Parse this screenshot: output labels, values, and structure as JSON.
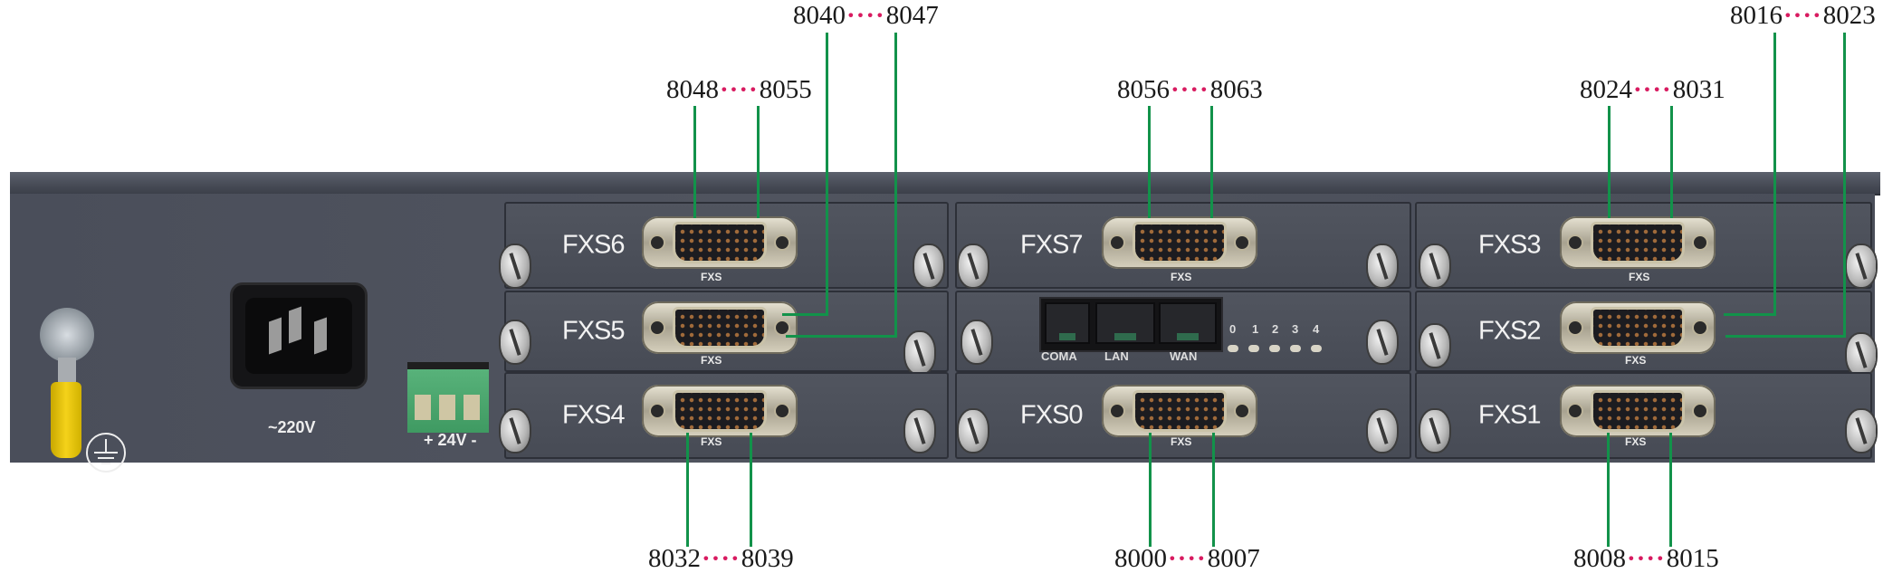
{
  "annotations": {
    "fxs6": {
      "start": "8048",
      "sep": "····",
      "end": "8055"
    },
    "fxs5": {
      "start": "8040",
      "sep": "····",
      "end": "8047"
    },
    "fxs4": {
      "start": "8032",
      "sep": "····",
      "end": "8039"
    },
    "fxs7": {
      "start": "8056",
      "sep": "····",
      "end": "8063"
    },
    "fxs0": {
      "start": "8000",
      "sep": "····",
      "end": "8007"
    },
    "fxs3": {
      "start": "8024",
      "sep": "····",
      "end": "8031"
    },
    "fxs2": {
      "start": "8016",
      "sep": "····",
      "end": "8023"
    },
    "fxs1": {
      "start": "8008",
      "sep": "····",
      "end": "8015"
    }
  },
  "modules": {
    "fxs6": "FXS6",
    "fxs7": "FXS7",
    "fxs3": "FXS3",
    "fxs5": "FXS5",
    "fxs2": "FXS2",
    "fxs4": "FXS4",
    "fxs0": "FXS0",
    "fxs1": "FXS1",
    "connector_label": "FXS"
  },
  "network_module": {
    "ports": [
      "COMA",
      "LAN",
      "WAN"
    ],
    "leds": [
      "0",
      "1",
      "2",
      "3",
      "4"
    ]
  },
  "power": {
    "ac_label": "~220V",
    "dc_label": "+ 24V -"
  },
  "colors": {
    "line": "#12924a",
    "dots": "#d81b60",
    "chassis": "#4c505b"
  }
}
